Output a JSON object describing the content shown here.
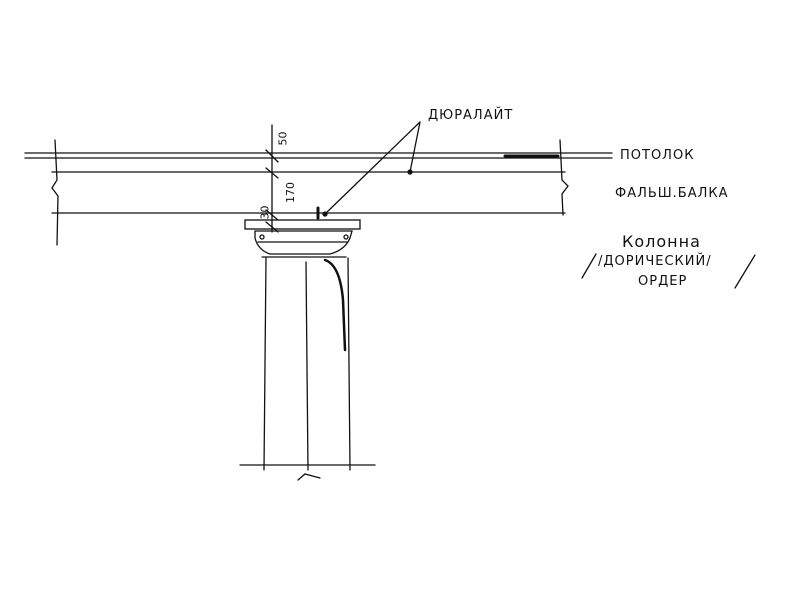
{
  "labels": {
    "duralight": "ДЮРАЛАЙТ",
    "ceiling": "ПОТОЛОК",
    "false_beam": "ФАЛЬШ.БАЛКА",
    "column": "Колонна",
    "order": "/ДОРИЧЕСКИЙ/",
    "order_2": "ОРДЕР"
  },
  "dimensions": {
    "top_gap": "50",
    "beam_height": "170",
    "capital_gap": "30"
  }
}
